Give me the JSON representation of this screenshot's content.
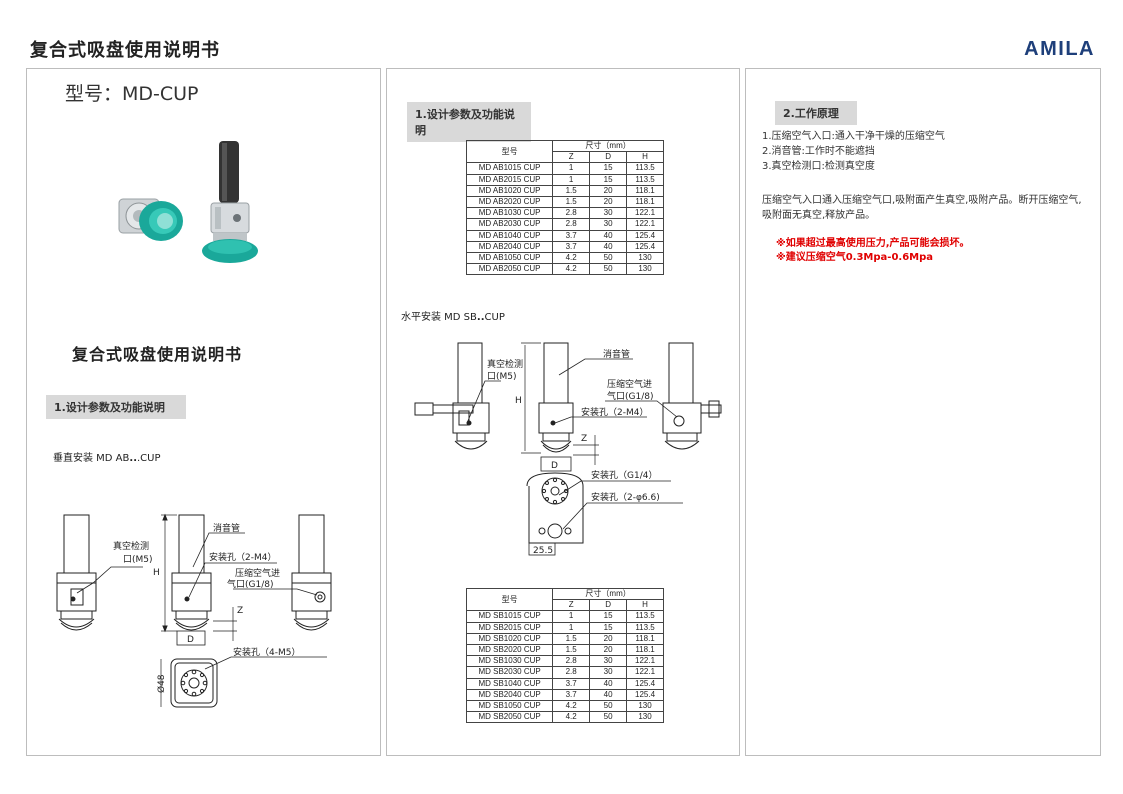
{
  "header": {
    "doc_title": "复合式吸盘使用说明书",
    "brand": "AMILA",
    "brand_color": "#1e3f7a"
  },
  "panel1": {
    "model_title": "型号：MD-CUP",
    "sub_title": "复合式吸盘使用说明书",
    "section_tag": "1.设计参数及功能说明",
    "install_label_prefix": "垂直安装 MD AB",
    "install_label_dots": "..",
    "install_label_suffix": ".CUP",
    "diagram_labels": {
      "vacuum_detect": "真空检测",
      "vacuum_port": "口(M5)",
      "silencer": "消音管",
      "mount_hole_m4": "安装孔（2-M4）",
      "air_in": "压缩空气进",
      "air_port": "气口(G1/8)",
      "mount_hole_m5": "安装孔（4-M5）",
      "dim_h": "H",
      "dim_z": "Z",
      "dim_d": "D",
      "dim_48": "Ø48"
    }
  },
  "panel2": {
    "section_tag": "1.设计参数及功能说明",
    "install_label_prefix": "水平安装 MD SB",
    "install_label_dots": "..",
    "install_label_suffix": "CUP",
    "table_headers": {
      "model": "型号",
      "size": "尺寸（mm）",
      "z": "Z",
      "d": "D",
      "h": "H"
    },
    "table_ab": [
      {
        "model": "MD AB1015 CUP",
        "z": "1",
        "d": "15",
        "h": "113.5"
      },
      {
        "model": "MD AB2015 CUP",
        "z": "1",
        "d": "15",
        "h": "113.5"
      },
      {
        "model": "MD AB1020 CUP",
        "z": "1.5",
        "d": "20",
        "h": "118.1"
      },
      {
        "model": "MD AB2020 CUP",
        "z": "1.5",
        "d": "20",
        "h": "118.1"
      },
      {
        "model": "MD AB1030 CUP",
        "z": "2.8",
        "d": "30",
        "h": "122.1"
      },
      {
        "model": "MD AB2030 CUP",
        "z": "2.8",
        "d": "30",
        "h": "122.1"
      },
      {
        "model": "MD AB1040 CUP",
        "z": "3.7",
        "d": "40",
        "h": "125.4"
      },
      {
        "model": "MD AB2040 CUP",
        "z": "3.7",
        "d": "40",
        "h": "125.4"
      },
      {
        "model": "MD AB1050 CUP",
        "z": "4.2",
        "d": "50",
        "h": "130"
      },
      {
        "model": "MD AB2050 CUP",
        "z": "4.2",
        "d": "50",
        "h": "130"
      }
    ],
    "table_sb": [
      {
        "model": "MD SB1015 CUP",
        "z": "1",
        "d": "15",
        "h": "113.5"
      },
      {
        "model": "MD SB2015 CUP",
        "z": "1",
        "d": "15",
        "h": "113.5"
      },
      {
        "model": "MD SB1020 CUP",
        "z": "1.5",
        "d": "20",
        "h": "118.1"
      },
      {
        "model": "MD SB2020 CUP",
        "z": "1.5",
        "d": "20",
        "h": "118.1"
      },
      {
        "model": "MD SB1030 CUP",
        "z": "2.8",
        "d": "30",
        "h": "122.1"
      },
      {
        "model": "MD SB2030 CUP",
        "z": "2.8",
        "d": "30",
        "h": "122.1"
      },
      {
        "model": "MD SB1040 CUP",
        "z": "3.7",
        "d": "40",
        "h": "125.4"
      },
      {
        "model": "MD SB2040 CUP",
        "z": "3.7",
        "d": "40",
        "h": "125.4"
      },
      {
        "model": "MD SB1050 CUP",
        "z": "4.2",
        "d": "50",
        "h": "130"
      },
      {
        "model": "MD SB2050 CUP",
        "z": "4.2",
        "d": "50",
        "h": "130"
      }
    ],
    "diagram_labels": {
      "silencer": "消音管",
      "vacuum_detect": "真空检测",
      "vacuum_port": "口(M5)",
      "air_in": "压缩空气进",
      "air_port": "气口(G1/8)",
      "mount_hole_m4": "安装孔（2-M4）",
      "mount_hole_g14": "安装孔（G1/4）",
      "mount_hole_66": "安装孔（2-φ6.6)",
      "dim_h": "H",
      "dim_z": "Z",
      "dim_d": "D",
      "dim_255": "25.5"
    }
  },
  "panel3": {
    "section_tag": "2.工作原理",
    "principles": [
      "1.压缩空气入口:通入干净干燥的压缩空气",
      "2.消音管:工作时不能遮挡",
      "3.真空检测口:检测真空度"
    ],
    "description": "压缩空气入口通入压缩空气口,吸附面产生真空,吸附产品。断开压缩空气,吸附面无真空,释放产品。",
    "warnings": [
      "※如果超过最高使用压力,产品可能会损坏。",
      "※建议压缩空气0.3Mpa-0.6Mpa"
    ],
    "warning_color": "#e00000"
  }
}
